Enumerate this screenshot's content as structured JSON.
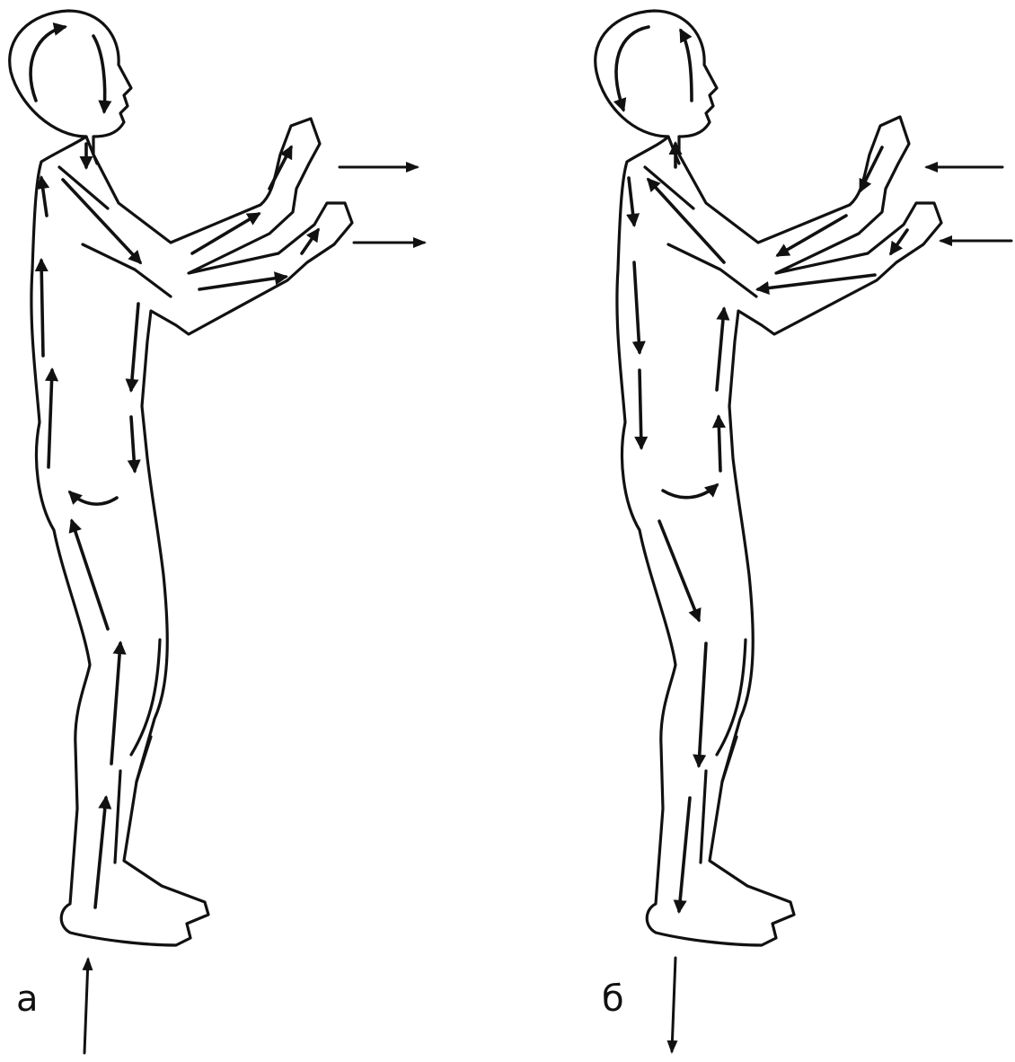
{
  "labels": {
    "left_figure": "а",
    "right_figure": "б"
  },
  "figures": [
    {
      "label_ref": "left_figure",
      "flow": "body-to-hands"
    },
    {
      "label_ref": "right_figure",
      "flow": "hands-to-feet"
    }
  ],
  "colors": {
    "ink": "#111111",
    "background": "#ffffff"
  }
}
